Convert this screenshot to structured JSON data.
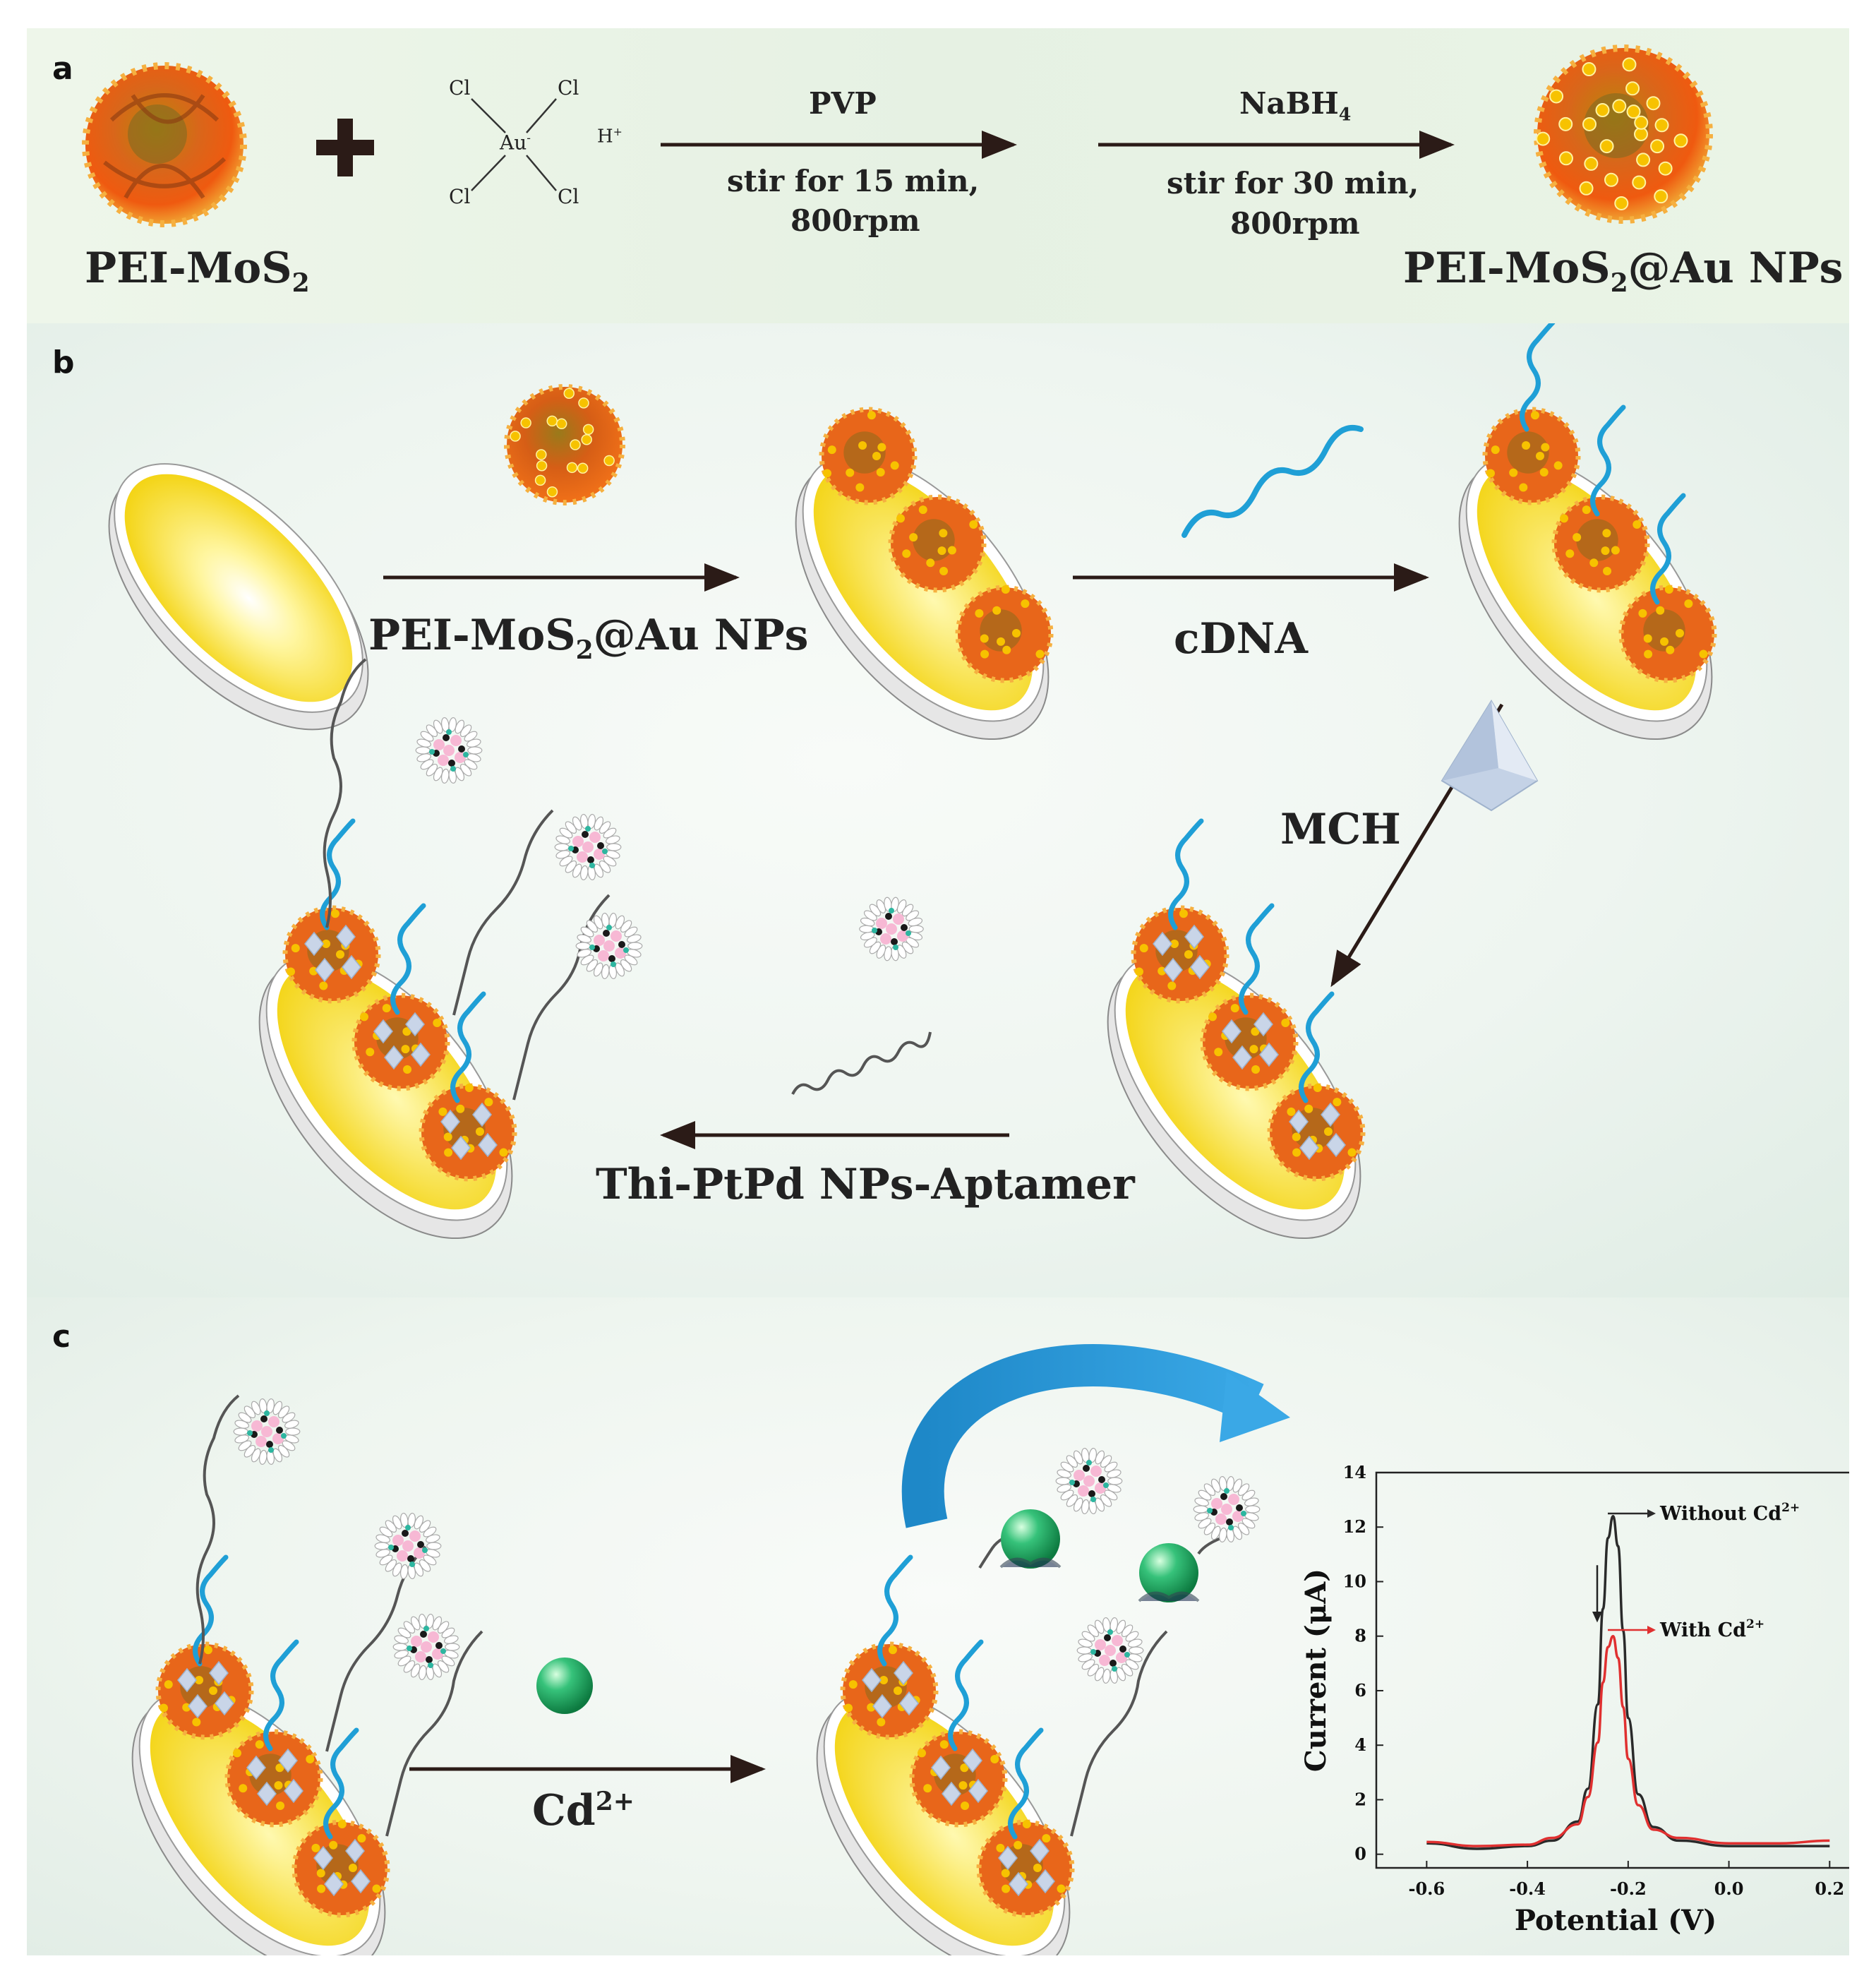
{
  "panel_a": {
    "label": "a",
    "reactant_1": "PEI-MoS",
    "reactant_1_sub": "2",
    "plus": "+",
    "ligand": "Cl",
    "metal": "Au",
    "metal_charge": "-",
    "counter_ion": "H",
    "counter_charge": "+",
    "step_1": {
      "reagent": "PVP",
      "condition_1": "stir for 15 min,",
      "condition_2": "800rpm"
    },
    "step_2": {
      "reagent": "NaBH",
      "reagent_sub": "4",
      "condition_1": "stir for 30 min,",
      "condition_2": "800rpm"
    },
    "product_pre": "PEI-MoS",
    "product_sub": "2",
    "product_post": "@Au NPs"
  },
  "panel_b": {
    "label": "b",
    "step_1_pre": "PEI-MoS",
    "step_1_sub": "2",
    "step_1_post": "@Au NPs",
    "step_2": "cDNA",
    "step_3": "MCH",
    "step_4": "Thi-PtPd NPs-Aptamer"
  },
  "panel_c": {
    "label": "c",
    "analyte": "Cd",
    "analyte_charge": "2+"
  },
  "chart_data": {
    "type": "line",
    "xlabel": "Potential (V)",
    "ylabel": "Current (μA)",
    "xlim": [
      -0.7,
      0.25
    ],
    "ylim": [
      -0.5,
      14
    ],
    "x_ticks": [
      "-0.6",
      "-0.4",
      "-0.2",
      "0.0",
      "0.2"
    ],
    "y_ticks": [
      "0",
      "2",
      "4",
      "6",
      "8",
      "10",
      "12",
      "14"
    ],
    "grid": false,
    "legend_position": "top-right",
    "series": [
      {
        "name": "Without Cd²⁺",
        "legend_main": "Without Cd",
        "legend_sup": "2+",
        "color": "#2a2a2a",
        "x": [
          -0.6,
          -0.5,
          -0.4,
          -0.35,
          -0.3,
          -0.28,
          -0.26,
          -0.25,
          -0.24,
          -0.23,
          -0.22,
          -0.21,
          -0.2,
          -0.18,
          -0.15,
          -0.1,
          0.0,
          0.1,
          0.2
        ],
        "y": [
          0.4,
          0.2,
          0.3,
          0.5,
          1.2,
          2.4,
          5.5,
          9.0,
          11.6,
          12.4,
          11.3,
          8.2,
          5.0,
          2.2,
          1.0,
          0.5,
          0.3,
          0.3,
          0.3
        ]
      },
      {
        "name": "With Cd²⁺",
        "legend_main": "With Cd",
        "legend_sup": "2+",
        "color": "#e03030",
        "x": [
          -0.6,
          -0.5,
          -0.4,
          -0.35,
          -0.3,
          -0.28,
          -0.26,
          -0.25,
          -0.24,
          -0.23,
          -0.22,
          -0.21,
          -0.2,
          -0.18,
          -0.15,
          -0.1,
          0.0,
          0.1,
          0.2
        ],
        "y": [
          0.45,
          0.3,
          0.35,
          0.6,
          1.1,
          2.1,
          4.1,
          6.3,
          7.6,
          8.0,
          7.2,
          5.4,
          3.5,
          1.8,
          0.9,
          0.6,
          0.4,
          0.4,
          0.5
        ]
      }
    ]
  },
  "colors": {
    "arrow": "#2b1b17",
    "gold": "#f4d000",
    "electrode_rim": "#d8d8d8",
    "mos2_orange": "#e35b12",
    "dna_blue": "#1f9fd6",
    "cd_green": "#1aa65c",
    "curved_arrow_blue": "#1f8fd0"
  }
}
